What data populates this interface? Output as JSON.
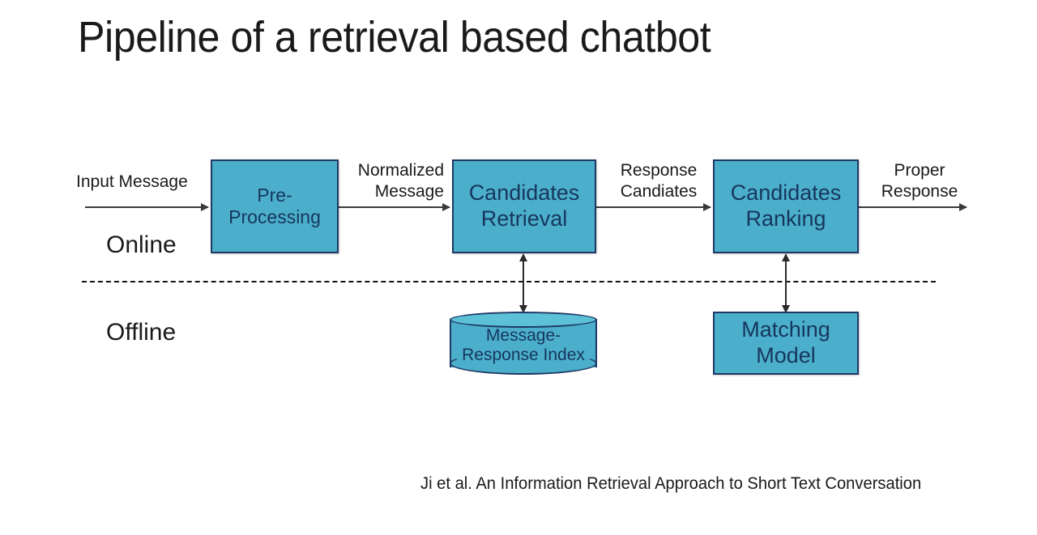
{
  "slide": {
    "title": "Pipeline of a retrieval based chatbot",
    "background_color": "#ffffff",
    "citation": "Ji et al. An Information Retrieval Approach to Short Text Conversation"
  },
  "theme": {
    "box_fill": "#4BAFCB",
    "box_border": "#1F3864",
    "box_text": "#17365D",
    "label_text": "#1a1a1a",
    "arrow_color": "#3a3a3a"
  },
  "stages": {
    "online_label": "Online",
    "offline_label": "Offline"
  },
  "nodes": [
    {
      "id": "pre-processing",
      "label": "Pre-\nProcessing",
      "shape": "rectangle",
      "stage": "online"
    },
    {
      "id": "candidates-retrieval",
      "label": "Candidates\nRetrieval",
      "shape": "rectangle",
      "stage": "online"
    },
    {
      "id": "candidates-ranking",
      "label": "Candidates\nRanking",
      "shape": "rectangle",
      "stage": "online"
    },
    {
      "id": "message-response-index",
      "label": "Message-\nResponse Index",
      "shape": "cylinder",
      "stage": "offline"
    },
    {
      "id": "matching-model",
      "label": "Matching\nModel",
      "shape": "rectangle",
      "stage": "offline"
    }
  ],
  "node_labels": {
    "pre_processing_line1": "Pre-",
    "pre_processing_line2": "Processing",
    "candidates_retrieval_line1": "Candidates",
    "candidates_retrieval_line2": "Retrieval",
    "candidates_ranking_line1": "Candidates",
    "candidates_ranking_line2": "Ranking",
    "message_response_index_line1": "Message-",
    "message_response_index_line2": "Response Index",
    "matching_model_line1": "Matching",
    "matching_model_line2": "Model"
  },
  "flow_labels": {
    "input_message": "Input Message",
    "normalized_line1": "Normalized",
    "normalized_line2": "Message",
    "response_candidates_line1": "Response",
    "response_candidates_line2": "Candiates",
    "proper_response_line1": "Proper",
    "proper_response_line2": "Response"
  },
  "edges": [
    {
      "id": "input-to-preprocessing",
      "label": "Input Message",
      "direction": "right"
    },
    {
      "id": "preprocessing-to-retrieval",
      "label": "Normalized Message",
      "direction": "right"
    },
    {
      "id": "retrieval-to-ranking",
      "label": "Response Candiates",
      "direction": "right"
    },
    {
      "id": "ranking-to-output",
      "label": "Proper Response",
      "direction": "right"
    },
    {
      "id": "index-to-retrieval",
      "label": "",
      "direction": "both"
    },
    {
      "id": "model-to-ranking",
      "label": "",
      "direction": "both"
    }
  ]
}
